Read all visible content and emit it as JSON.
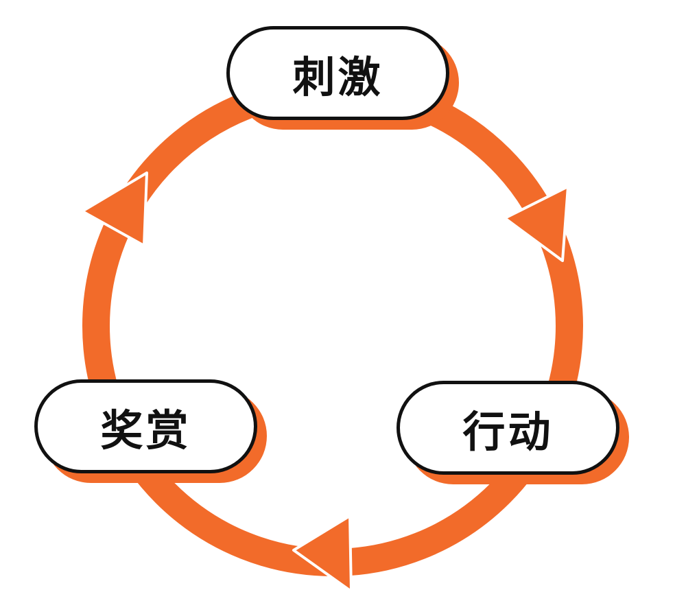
{
  "colors": {
    "accent": "#F26B2A",
    "outline": "#111111"
  },
  "nodes": {
    "stimulus": "刺激",
    "action": "行动",
    "reward": "奖赏"
  }
}
